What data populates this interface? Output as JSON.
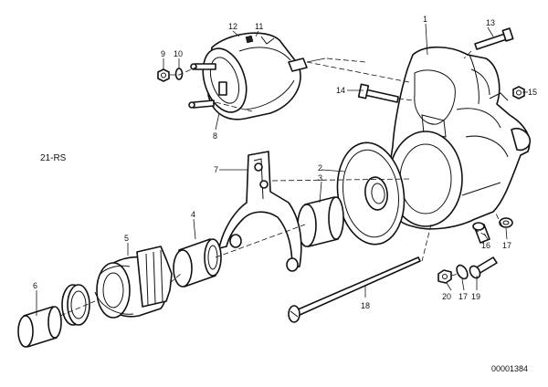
{
  "labels": {
    "l1": "1",
    "l2": "2",
    "l3": "3",
    "l4": "4",
    "l5": "5",
    "l6": "6",
    "l7": "7",
    "l8": "8",
    "l9": "9",
    "l10": "10",
    "l11": "11",
    "l12": "12",
    "l13": "13",
    "l14": "14",
    "l15": "15",
    "l15b": "15",
    "l16": "16",
    "l17": "17",
    "l17b": "17",
    "l18": "18",
    "l19": "19",
    "l20": "20"
  },
  "group_code": "21-RS",
  "image_code": "00001384"
}
